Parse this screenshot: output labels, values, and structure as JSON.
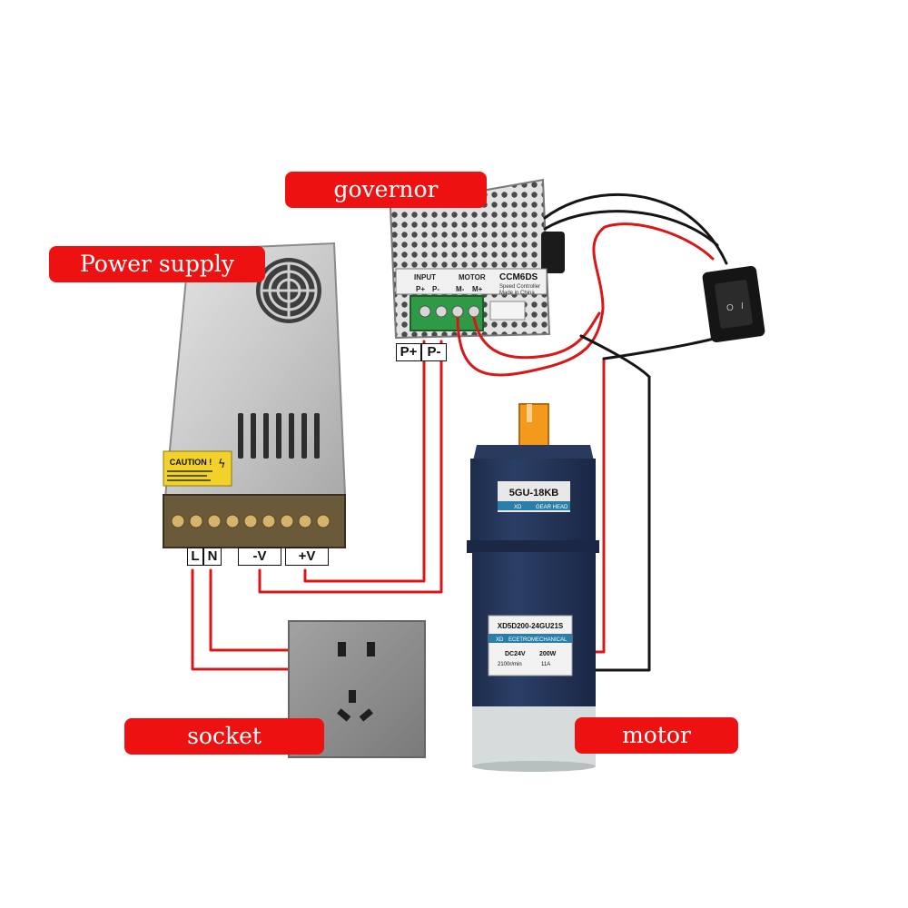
{
  "callouts": {
    "governor": "governor",
    "power_supply": "Power supply",
    "socket": "socket",
    "motor": "motor"
  },
  "power_supply": {
    "caution": "CAUTION !",
    "terminals": {
      "l": "L",
      "n": "N",
      "neg_v": "-V",
      "pos_v": "+V"
    }
  },
  "governor": {
    "model": "CCM6DS",
    "sub_text": "Speed Controller",
    "made_in": "Made in China",
    "input_label": "INPUT",
    "motor_label": "MOTOR",
    "terminals": {
      "p_plus": "P+",
      "p_minus": "P-"
    },
    "strip_labels": [
      "P+",
      "P-",
      "M-",
      "M+"
    ]
  },
  "motor": {
    "gear_label": "5GU-18KB",
    "gear_sub_left": "XD",
    "gear_sub_right": "GEAR HEAD",
    "model": "XD5D200-24GU21S",
    "brand_left": "XD",
    "brand_right": "ECETROMECHANICAL",
    "spec_voltage": "DC24V",
    "spec_power": "200W",
    "spec_speed": "2100r/min",
    "spec_current": "11A"
  },
  "switch": {
    "mark_on": "I",
    "mark_off": "O"
  },
  "colors": {
    "callout_bg": "#ee1111",
    "wire_red": "#d81818",
    "wire_black": "#151515",
    "motor_body": "#24365a",
    "socket_plate": "#8e8e8e"
  }
}
